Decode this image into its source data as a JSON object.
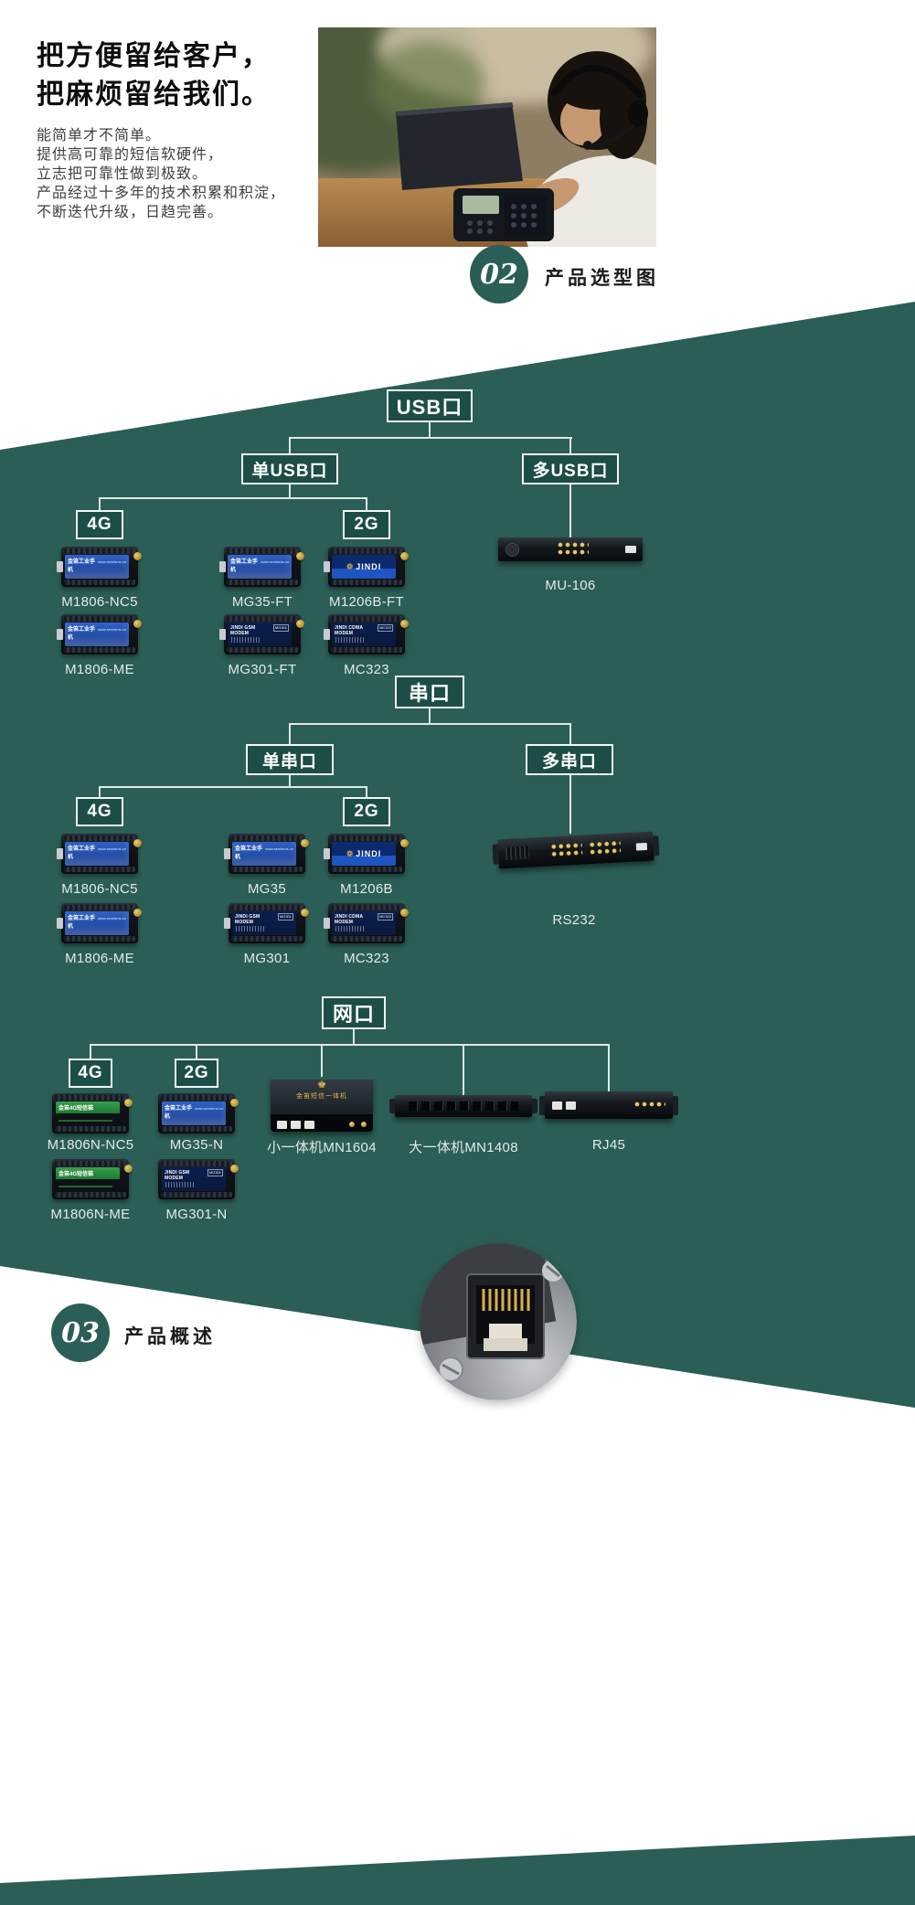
{
  "colors": {
    "teal": "#2b5e56",
    "node_fill": "#1d4d47",
    "line": "#dfe9e6"
  },
  "hero": {
    "title_lines": [
      "把方便留给客户，",
      "把麻烦留给我们。"
    ],
    "body_lines": [
      "能简单才不简单。",
      "提供高可靠的短信软硬件，",
      "立志把可靠性做到极致。",
      "产品经过十多年的技术积累和积淀，",
      "不断迭代升级，日趋完善。"
    ]
  },
  "section_selector": {
    "number": "02",
    "title": "产品选型图"
  },
  "section_overview": {
    "number": "03",
    "title": "产品概述"
  },
  "usb_tree": {
    "root": "USB口",
    "single_branch": "单USB口",
    "multi_branch": "多USB口",
    "g4": "4G",
    "g2": "2G",
    "labels": {
      "m1806nc5": "M1806-NC5",
      "mg35ft": "MG35-FT",
      "m1206bft": "M1206B-FT",
      "mu106": "MU-106",
      "m1806me": "M1806-ME",
      "mg301ft": "MG301-FT",
      "mc323": "MC323"
    }
  },
  "serial_tree": {
    "root": "串口",
    "single_branch": "单串口",
    "multi_branch": "多串口",
    "g4": "4G",
    "g2": "2G",
    "labels": {
      "m1806nc5": "M1806-NC5",
      "mg35": "MG35",
      "m1206b": "M1206B",
      "rs232": "RS232",
      "m1806me": "M1806-ME",
      "mg301": "MG301",
      "mc323": "MC323"
    }
  },
  "net_tree": {
    "root": "网口",
    "g4": "4G",
    "g2": "2G",
    "labels": {
      "m1806n_nc5": "M1806N-NC5",
      "mg35n": "MG35-N",
      "mn1604": "小一体机MN1604",
      "mn1408": "大一体机MN1408",
      "rj45": "RJ45",
      "m1806n_me": "M1806N-ME",
      "mg301n": "MG301-N"
    }
  },
  "device_art": {
    "brand": "金笛工业手机",
    "site": "www.sendsms.cn",
    "jindi": "JINDI",
    "lotus_icon": "❁",
    "gsm": "JINDI GSM MODEM",
    "cdma": "JINDI CDMA MODEM",
    "chip_mg301": "MG301",
    "chip_mc323": "MC323",
    "green_band": "金笛4G短信猫",
    "crown_icon": "♚",
    "allinone": "金笛短信一体机"
  }
}
